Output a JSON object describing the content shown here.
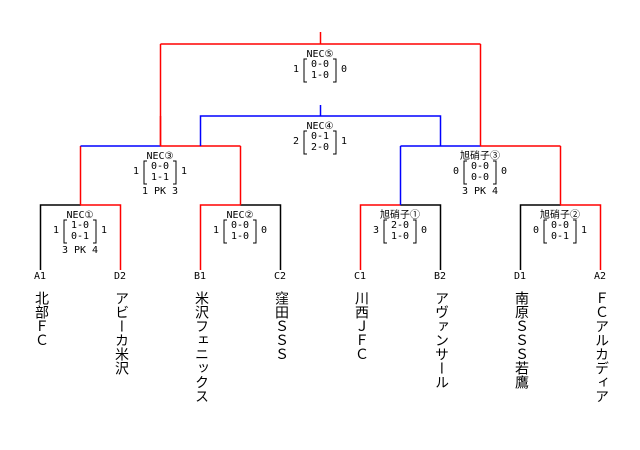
{
  "title": "",
  "colors": {
    "win": "#ff0000",
    "win_alt": "#0000ff",
    "line": "#000000"
  },
  "teams": [
    {
      "seed": "A1",
      "name": "北部ＦＣ"
    },
    {
      "seed": "D2",
      "name": "アビーカ米沢"
    },
    {
      "seed": "B1",
      "name": "米沢フェニックス"
    },
    {
      "seed": "C2",
      "name": "窪田ＳＳＳ"
    },
    {
      "seed": "C1",
      "name": "川西ＪＦＣ"
    },
    {
      "seed": "B2",
      "name": "アヴァンサール"
    },
    {
      "seed": "D1",
      "name": "南原ＳＳＳ若鷹"
    },
    {
      "seed": "A2",
      "name": "ＦＣアルカディア"
    }
  ],
  "matches": {
    "m1": {
      "venue": "NEC①",
      "left": "1",
      "right": "1",
      "h1": "1-0",
      "h2": "0-1",
      "pk": "3 PK 4"
    },
    "m2": {
      "venue": "NEC②",
      "left": "1",
      "right": "0",
      "h1": "0-0",
      "h2": "1-0",
      "pk": ""
    },
    "m3": {
      "venue": "旭硝子①",
      "left": "3",
      "right": "0",
      "h1": "2-0",
      "h2": "1-0",
      "pk": ""
    },
    "m4": {
      "venue": "旭硝子②",
      "left": "0",
      "right": "1",
      "h1": "0-0",
      "h2": "0-1",
      "pk": ""
    },
    "sf1": {
      "venue": "NEC③",
      "left": "1",
      "right": "1",
      "h1": "0-0",
      "h2": "1-1",
      "pk": "1 PK 3"
    },
    "sf2": {
      "venue": "旭硝子③",
      "left": "0",
      "right": "0",
      "h1": "0-0",
      "h2": "0-0",
      "pk": "3 PK 4"
    },
    "third": {
      "venue": "NEC④",
      "left": "2",
      "right": "1",
      "h1": "0-1",
      "h2": "2-0",
      "pk": ""
    },
    "final": {
      "venue": "NEC⑤",
      "left": "1",
      "right": "0",
      "h1": "0-0",
      "h2": "1-0",
      "pk": ""
    }
  }
}
